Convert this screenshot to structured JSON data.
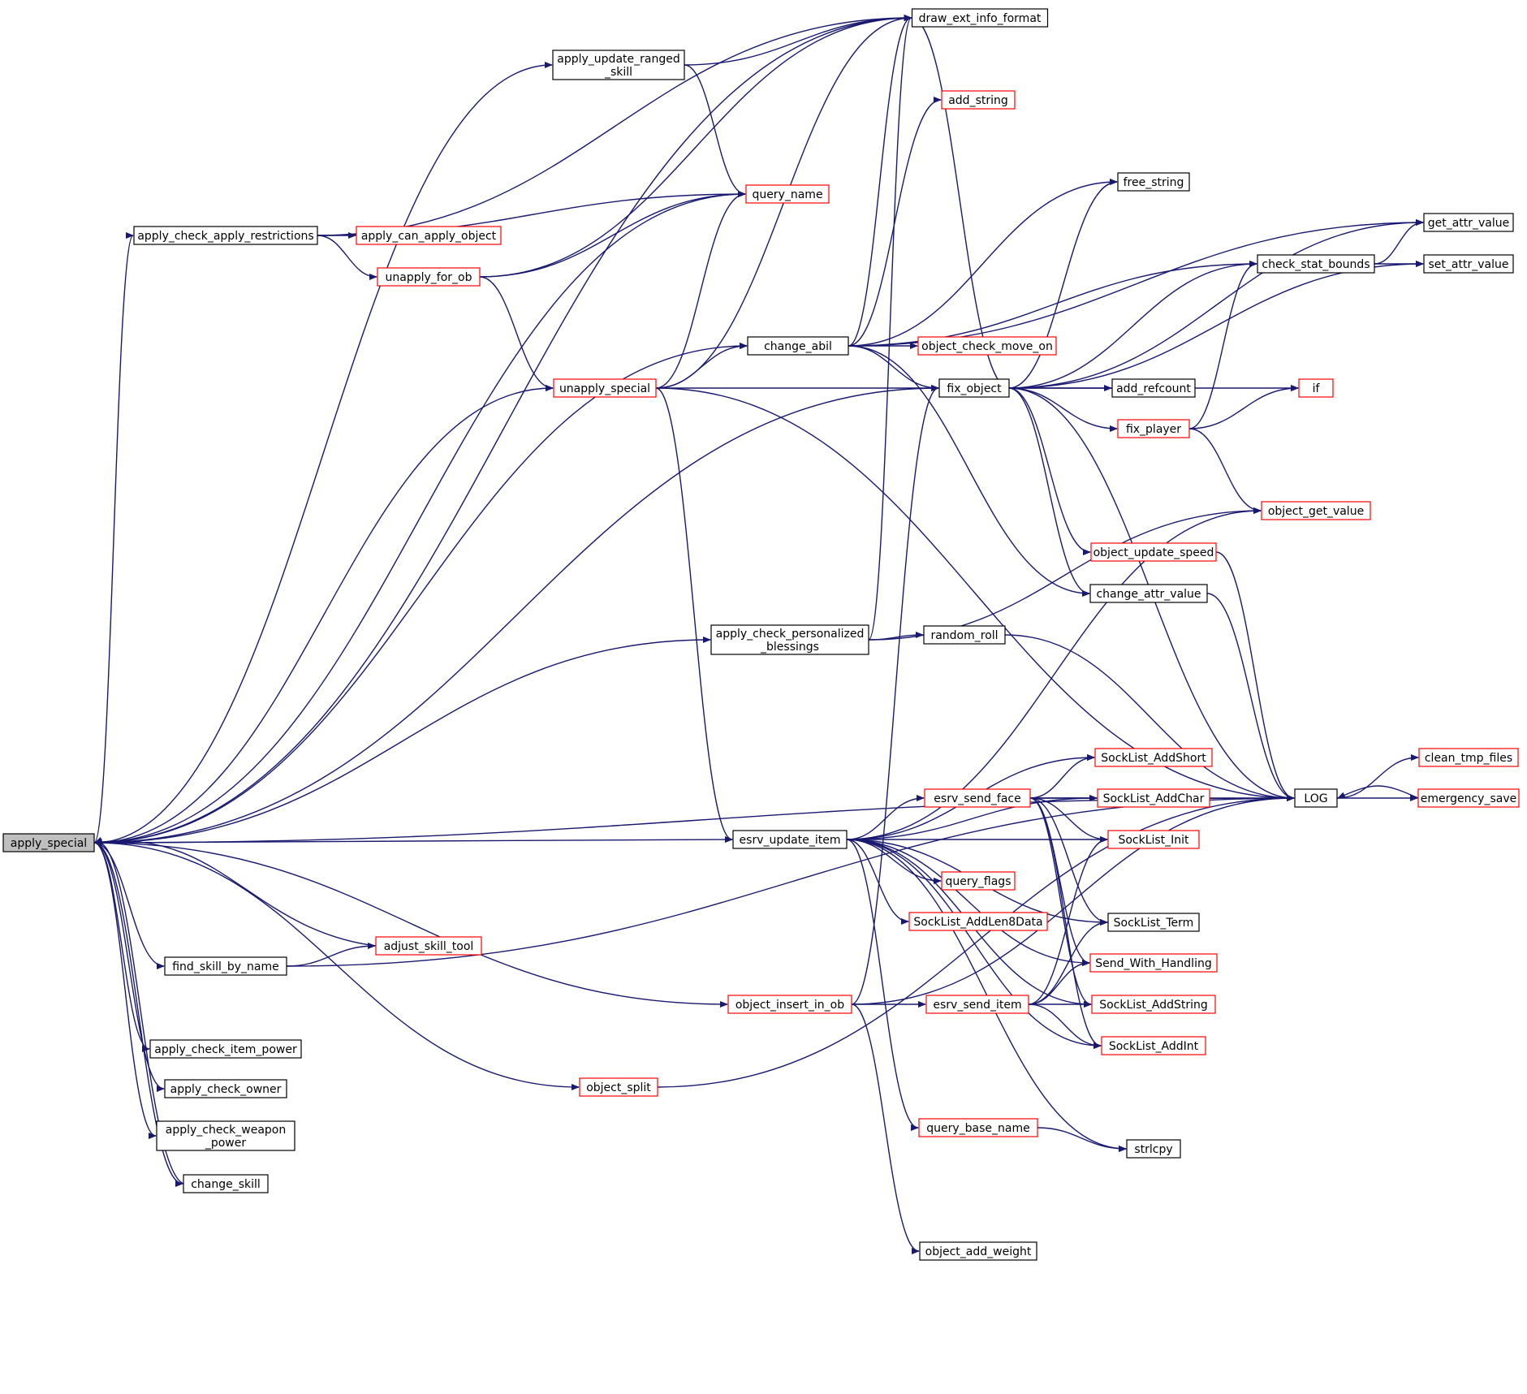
{
  "colors": {
    "edge": "#191970",
    "node_border": "#000000",
    "node_border_red": "#ff0000",
    "root_fill": "#bfbfbf",
    "node_fill": "#ffffff"
  },
  "nodes": [
    {
      "id": "apply_special",
      "lines": [
        "apply_special"
      ],
      "style": "root"
    },
    {
      "id": "draw_ext_info_format",
      "lines": [
        "draw_ext_info_format"
      ],
      "style": "black"
    },
    {
      "id": "apply_update_ranged_skill",
      "lines": [
        "apply_update_ranged",
        "_skill"
      ],
      "style": "black"
    },
    {
      "id": "query_name",
      "lines": [
        "query_name"
      ],
      "style": "red"
    },
    {
      "id": "add_string",
      "lines": [
        "add_string"
      ],
      "style": "red"
    },
    {
      "id": "free_string",
      "lines": [
        "free_string"
      ],
      "style": "black"
    },
    {
      "id": "get_attr_value",
      "lines": [
        "get_attr_value"
      ],
      "style": "black"
    },
    {
      "id": "apply_check_apply_restrictions",
      "lines": [
        "apply_check_apply_restrictions"
      ],
      "style": "black"
    },
    {
      "id": "apply_can_apply_object",
      "lines": [
        "apply_can_apply_object"
      ],
      "style": "red"
    },
    {
      "id": "check_stat_bounds",
      "lines": [
        "check_stat_bounds"
      ],
      "style": "black"
    },
    {
      "id": "set_attr_value",
      "lines": [
        "set_attr_value"
      ],
      "style": "black"
    },
    {
      "id": "unapply_for_ob",
      "lines": [
        "unapply_for_ob"
      ],
      "style": "red"
    },
    {
      "id": "change_abil",
      "lines": [
        "change_abil"
      ],
      "style": "black"
    },
    {
      "id": "object_check_move_on",
      "lines": [
        "object_check_move_on"
      ],
      "style": "red"
    },
    {
      "id": "unapply_special",
      "lines": [
        "unapply_special"
      ],
      "style": "red"
    },
    {
      "id": "fix_object",
      "lines": [
        "fix_object"
      ],
      "style": "black"
    },
    {
      "id": "add_refcount",
      "lines": [
        "add_refcount"
      ],
      "style": "black"
    },
    {
      "id": "if",
      "lines": [
        "if"
      ],
      "style": "red"
    },
    {
      "id": "fix_player",
      "lines": [
        "fix_player"
      ],
      "style": "red"
    },
    {
      "id": "object_get_value",
      "lines": [
        "object_get_value"
      ],
      "style": "red"
    },
    {
      "id": "object_update_speed",
      "lines": [
        "object_update_speed"
      ],
      "style": "red"
    },
    {
      "id": "change_attr_value",
      "lines": [
        "change_attr_value"
      ],
      "style": "black"
    },
    {
      "id": "apply_check_personalized_blessings",
      "lines": [
        "apply_check_personalized",
        "_blessings"
      ],
      "style": "black"
    },
    {
      "id": "random_roll",
      "lines": [
        "random_roll"
      ],
      "style": "black"
    },
    {
      "id": "clean_tmp_files",
      "lines": [
        "clean_tmp_files"
      ],
      "style": "red"
    },
    {
      "id": "SockList_AddShort",
      "lines": [
        "SockList_AddShort"
      ],
      "style": "red"
    },
    {
      "id": "LOG",
      "lines": [
        "LOG"
      ],
      "style": "black"
    },
    {
      "id": "esrv_send_face",
      "lines": [
        "esrv_send_face"
      ],
      "style": "red"
    },
    {
      "id": "SockList_AddChar",
      "lines": [
        "SockList_AddChar"
      ],
      "style": "red"
    },
    {
      "id": "emergency_save",
      "lines": [
        "emergency_save"
      ],
      "style": "red"
    },
    {
      "id": "esrv_update_item",
      "lines": [
        "esrv_update_item"
      ],
      "style": "black"
    },
    {
      "id": "SockList_Init",
      "lines": [
        "SockList_Init"
      ],
      "style": "red"
    },
    {
      "id": "query_flags",
      "lines": [
        "query_flags"
      ],
      "style": "red"
    },
    {
      "id": "SockList_AddLen8Data",
      "lines": [
        "SockList_AddLen8Data"
      ],
      "style": "red"
    },
    {
      "id": "SockList_Term",
      "lines": [
        "SockList_Term"
      ],
      "style": "black"
    },
    {
      "id": "adjust_skill_tool",
      "lines": [
        "adjust_skill_tool"
      ],
      "style": "red"
    },
    {
      "id": "find_skill_by_name",
      "lines": [
        "find_skill_by_name"
      ],
      "style": "black"
    },
    {
      "id": "Send_With_Handling",
      "lines": [
        "Send_With_Handling"
      ],
      "style": "red"
    },
    {
      "id": "object_insert_in_ob",
      "lines": [
        "object_insert_in_ob"
      ],
      "style": "red"
    },
    {
      "id": "esrv_send_item",
      "lines": [
        "esrv_send_item"
      ],
      "style": "red"
    },
    {
      "id": "SockList_AddString",
      "lines": [
        "SockList_AddString"
      ],
      "style": "red"
    },
    {
      "id": "SockList_AddInt",
      "lines": [
        "SockList_AddInt"
      ],
      "style": "red"
    },
    {
      "id": "apply_check_item_power",
      "lines": [
        "apply_check_item_power"
      ],
      "style": "black"
    },
    {
      "id": "apply_check_owner",
      "lines": [
        "apply_check_owner"
      ],
      "style": "black"
    },
    {
      "id": "object_split",
      "lines": [
        "object_split"
      ],
      "style": "red"
    },
    {
      "id": "apply_check_weapon_power",
      "lines": [
        "apply_check_weapon",
        "_power"
      ],
      "style": "black"
    },
    {
      "id": "query_base_name",
      "lines": [
        "query_base_name"
      ],
      "style": "red"
    },
    {
      "id": "strlcpy",
      "lines": [
        "strlcpy"
      ],
      "style": "black"
    },
    {
      "id": "change_skill",
      "lines": [
        "change_skill"
      ],
      "style": "black"
    },
    {
      "id": "object_add_weight",
      "lines": [
        "object_add_weight"
      ],
      "style": "black"
    }
  ],
  "edges": [
    {
      "from": "apply_special",
      "to": "draw_ext_info_format"
    },
    {
      "from": "apply_special",
      "to": "apply_update_ranged_skill"
    },
    {
      "from": "apply_special",
      "to": "query_name"
    },
    {
      "from": "apply_special",
      "to": "apply_check_apply_restrictions"
    },
    {
      "from": "apply_special",
      "to": "change_abil"
    },
    {
      "from": "apply_special",
      "to": "unapply_special"
    },
    {
      "from": "apply_special",
      "to": "fix_object"
    },
    {
      "from": "apply_special",
      "to": "apply_check_personalized_blessings"
    },
    {
      "from": "apply_special",
      "to": "esrv_update_item"
    },
    {
      "from": "apply_special",
      "to": "object_insert_in_ob"
    },
    {
      "from": "apply_special",
      "to": "object_split"
    },
    {
      "from": "apply_special",
      "to": "find_skill_by_name"
    },
    {
      "from": "apply_special",
      "to": "apply_check_item_power"
    },
    {
      "from": "apply_special",
      "to": "apply_check_owner"
    },
    {
      "from": "apply_special",
      "to": "apply_check_weapon_power"
    },
    {
      "from": "apply_special",
      "to": "change_skill"
    },
    {
      "from": "apply_special",
      "to": "LOG"
    },
    {
      "from": "change_skill",
      "to": "apply_special"
    },
    {
      "from": "adjust_skill_tool",
      "to": "apply_special"
    },
    {
      "from": "apply_update_ranged_skill",
      "to": "draw_ext_info_format"
    },
    {
      "from": "apply_update_ranged_skill",
      "to": "query_name"
    },
    {
      "from": "apply_check_apply_restrictions",
      "to": "draw_ext_info_format"
    },
    {
      "from": "apply_check_apply_restrictions",
      "to": "query_name"
    },
    {
      "from": "apply_check_apply_restrictions",
      "to": "apply_can_apply_object"
    },
    {
      "from": "apply_check_apply_restrictions",
      "to": "unapply_for_ob"
    },
    {
      "from": "unapply_for_ob",
      "to": "query_name"
    },
    {
      "from": "unapply_for_ob",
      "to": "draw_ext_info_format"
    },
    {
      "from": "unapply_for_ob",
      "to": "unapply_special"
    },
    {
      "from": "unapply_special",
      "to": "query_name"
    },
    {
      "from": "unapply_special",
      "to": "draw_ext_info_format"
    },
    {
      "from": "unapply_special",
      "to": "change_abil"
    },
    {
      "from": "unapply_special",
      "to": "fix_object"
    },
    {
      "from": "unapply_special",
      "to": "esrv_update_item"
    },
    {
      "from": "unapply_special",
      "to": "LOG"
    },
    {
      "from": "change_abil",
      "to": "draw_ext_info_format"
    },
    {
      "from": "change_abil",
      "to": "add_string"
    },
    {
      "from": "change_abil",
      "to": "free_string"
    },
    {
      "from": "change_abil",
      "to": "get_attr_value"
    },
    {
      "from": "change_abil",
      "to": "check_stat_bounds"
    },
    {
      "from": "change_abil",
      "to": "object_check_move_on"
    },
    {
      "from": "change_abil",
      "to": "fix_object"
    },
    {
      "from": "change_abil",
      "to": "change_attr_value"
    },
    {
      "from": "fix_object",
      "to": "draw_ext_info_format"
    },
    {
      "from": "fix_object",
      "to": "free_string"
    },
    {
      "from": "fix_object",
      "to": "get_attr_value"
    },
    {
      "from": "fix_object",
      "to": "check_stat_bounds"
    },
    {
      "from": "fix_object",
      "to": "set_attr_value"
    },
    {
      "from": "fix_object",
      "to": "add_refcount"
    },
    {
      "from": "fix_object",
      "to": "if"
    },
    {
      "from": "fix_object",
      "to": "fix_player"
    },
    {
      "from": "fix_object",
      "to": "object_update_speed"
    },
    {
      "from": "fix_object",
      "to": "change_attr_value"
    },
    {
      "from": "fix_object",
      "to": "LOG"
    },
    {
      "from": "check_stat_bounds",
      "to": "get_attr_value"
    },
    {
      "from": "check_stat_bounds",
      "to": "set_attr_value"
    },
    {
      "from": "fix_player",
      "to": "check_stat_bounds"
    },
    {
      "from": "fix_player",
      "to": "if"
    },
    {
      "from": "fix_player",
      "to": "object_get_value"
    },
    {
      "from": "object_update_speed",
      "to": "LOG"
    },
    {
      "from": "change_attr_value",
      "to": "LOG"
    },
    {
      "from": "apply_check_personalized_blessings",
      "to": "draw_ext_info_format"
    },
    {
      "from": "apply_check_personalized_blessings",
      "to": "object_get_value"
    },
    {
      "from": "apply_check_personalized_blessings",
      "to": "random_roll"
    },
    {
      "from": "random_roll",
      "to": "LOG"
    },
    {
      "from": "LOG",
      "to": "clean_tmp_files"
    },
    {
      "from": "LOG",
      "to": "emergency_save"
    },
    {
      "from": "emergency_save",
      "to": "LOG"
    },
    {
      "from": "esrv_update_item",
      "to": "object_get_value"
    },
    {
      "from": "esrv_update_item",
      "to": "SockList_AddShort"
    },
    {
      "from": "esrv_update_item",
      "to": "SockList_AddChar"
    },
    {
      "from": "esrv_update_item",
      "to": "SockList_Init"
    },
    {
      "from": "esrv_update_item",
      "to": "esrv_send_face"
    },
    {
      "from": "esrv_update_item",
      "to": "SockList_Term"
    },
    {
      "from": "esrv_update_item",
      "to": "query_flags"
    },
    {
      "from": "esrv_update_item",
      "to": "SockList_AddLen8Data"
    },
    {
      "from": "esrv_update_item",
      "to": "Send_With_Handling"
    },
    {
      "from": "esrv_update_item",
      "to": "SockList_AddString"
    },
    {
      "from": "esrv_update_item",
      "to": "SockList_AddInt"
    },
    {
      "from": "esrv_update_item",
      "to": "query_base_name"
    },
    {
      "from": "esrv_update_item",
      "to": "strlcpy"
    },
    {
      "from": "esrv_send_face",
      "to": "SockList_AddShort"
    },
    {
      "from": "esrv_send_face",
      "to": "SockList_AddChar"
    },
    {
      "from": "esrv_send_face",
      "to": "SockList_Init"
    },
    {
      "from": "esrv_send_face",
      "to": "LOG"
    },
    {
      "from": "esrv_send_face",
      "to": "SockList_Term"
    },
    {
      "from": "esrv_send_face",
      "to": "Send_With_Handling"
    },
    {
      "from": "esrv_send_face",
      "to": "SockList_AddString"
    },
    {
      "from": "esrv_send_face",
      "to": "SockList_AddInt"
    },
    {
      "from": "find_skill_by_name",
      "to": "adjust_skill_tool"
    },
    {
      "from": "find_skill_by_name",
      "to": "LOG"
    },
    {
      "from": "object_insert_in_ob",
      "to": "fix_object"
    },
    {
      "from": "object_insert_in_ob",
      "to": "esrv_send_item"
    },
    {
      "from": "object_insert_in_ob",
      "to": "LOG"
    },
    {
      "from": "object_insert_in_ob",
      "to": "object_add_weight"
    },
    {
      "from": "esrv_send_item",
      "to": "SockList_Init"
    },
    {
      "from": "esrv_send_item",
      "to": "SockList_Term"
    },
    {
      "from": "esrv_send_item",
      "to": "Send_With_Handling"
    },
    {
      "from": "esrv_send_item",
      "to": "SockList_AddString"
    },
    {
      "from": "esrv_send_item",
      "to": "SockList_AddInt"
    },
    {
      "from": "object_split",
      "to": "LOG"
    },
    {
      "from": "query_base_name",
      "to": "strlcpy"
    }
  ]
}
